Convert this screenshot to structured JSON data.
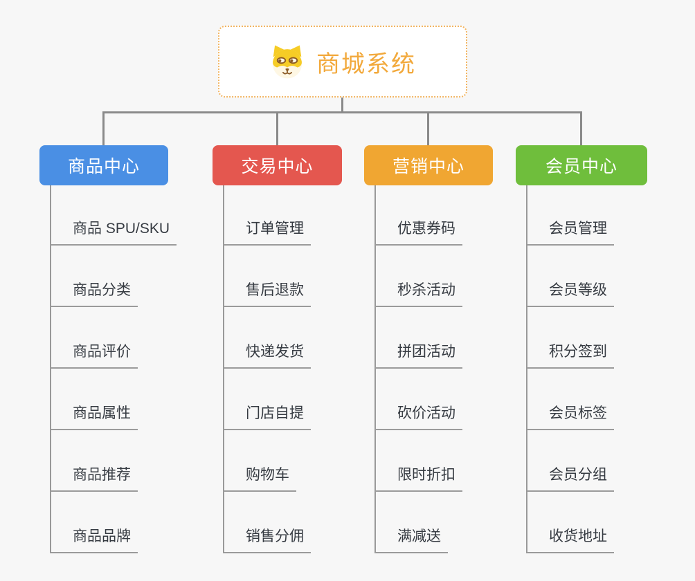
{
  "canvas": {
    "background": "#f7f7f7",
    "connector_color": "#8a8a8a"
  },
  "root": {
    "title": "商城系统",
    "icon": "dog-face-icon",
    "text_color": "#F2A93C",
    "border_color": "#F2B562"
  },
  "branches": [
    {
      "label": "商品中心",
      "color": "#4A8FE4",
      "items": [
        "商品 SPU/SKU",
        "商品分类",
        "商品评价",
        "商品属性",
        "商品推荐",
        "商品品牌"
      ]
    },
    {
      "label": "交易中心",
      "color": "#E4574F",
      "items": [
        "订单管理",
        "售后退款",
        "快递发货",
        "门店自提",
        "购物车",
        "销售分佣"
      ]
    },
    {
      "label": "营销中心",
      "color": "#F0A632",
      "items": [
        "优惠券码",
        "秒杀活动",
        "拼团活动",
        "砍价活动",
        "限时折扣",
        "满减送"
      ]
    },
    {
      "label": "会员中心",
      "color": "#6FBE3C",
      "items": [
        "会员管理",
        "会员等级",
        "积分签到",
        "会员标签",
        "会员分组",
        "收货地址"
      ]
    }
  ]
}
